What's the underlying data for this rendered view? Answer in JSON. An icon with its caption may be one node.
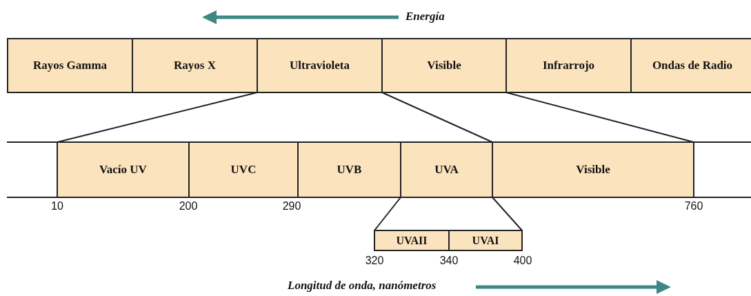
{
  "diagram": {
    "nodes": [
      {
        "text": [
          "Rayos Gamma"
        ]
      },
      {
        "text": [
          "Rayos X"
        ]
      },
      {
        "text": [
          "Ultravioleta"
        ]
      },
      {
        "text": [
          "Visible"
        ]
      },
      {
        "text": [
          "Infrarrojo"
        ]
      },
      {
        "text": [
          "Ondas de Radio"
        ]
      },
      {
        "text": [
          "Vacío UV"
        ]
      },
      {
        "text": [
          "UVC"
        ]
      },
      {
        "text": [
          "UVB"
        ]
      },
      {
        "text": [
          "UVA"
        ]
      },
      {
        "text": [
          "Visible"
        ]
      },
      {
        "text": [
          "UVAII"
        ]
      },
      {
        "text": [
          "UVAI"
        ]
      }
    ],
    "edges": [
      {
        "from": 2,
        "to": 6,
        "arrow": "none"
      },
      {
        "from": 3,
        "to": 10,
        "arrow": "none"
      },
      {
        "from": 3,
        "to": 10,
        "arrow": "none"
      },
      {
        "from": 9,
        "to": 11,
        "arrow": "none"
      },
      {
        "from": 9,
        "to": 12,
        "arrow": "none"
      }
    ],
    "labels": [
      "Energía",
      "10",
      "200",
      "290",
      "760",
      "320",
      "340",
      "400",
      "Longitud de onda, nanómetros"
    ]
  }
}
